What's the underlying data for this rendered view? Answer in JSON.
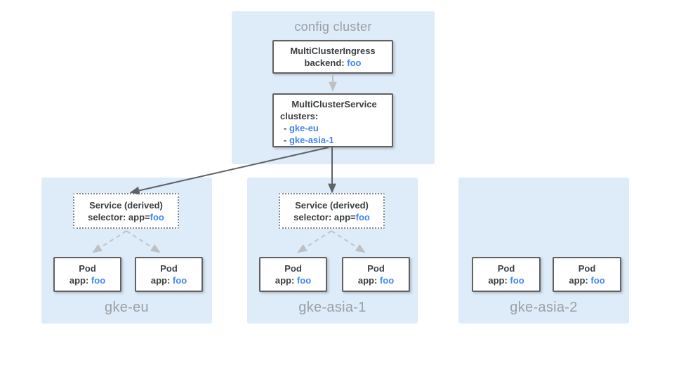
{
  "config_cluster": {
    "title": "config cluster",
    "ingress_box": {
      "title": "MultiClusterIngress",
      "backend_label": "backend:",
      "backend_value": "foo"
    },
    "service_box": {
      "title": "MultiClusterService",
      "clusters_label": "clusters:",
      "cluster_items": [
        {
          "bullet": "-",
          "name": "gke-eu"
        },
        {
          "bullet": "-",
          "name": "gke-asia-1"
        }
      ]
    }
  },
  "derived_service": {
    "title": "Service (derived)",
    "selector_label": "selector: app=",
    "selector_value": "foo"
  },
  "pod": {
    "title": "Pod",
    "app_label": "app:",
    "app_value": "foo"
  },
  "clusters": [
    {
      "name": "gke-eu"
    },
    {
      "name": "gke-asia-1"
    },
    {
      "name": "gke-asia-2"
    }
  ],
  "colors": {
    "section_bg": "#DEEBF9",
    "box_border": "#616161",
    "dotted_border": "#80868B",
    "text_dark": "#3C4043",
    "text_gray": "#9AA0A6",
    "accent_blue": "#4285F4",
    "arrow_dark": "#5F6368",
    "arrow_light": "#BDC1C6"
  }
}
